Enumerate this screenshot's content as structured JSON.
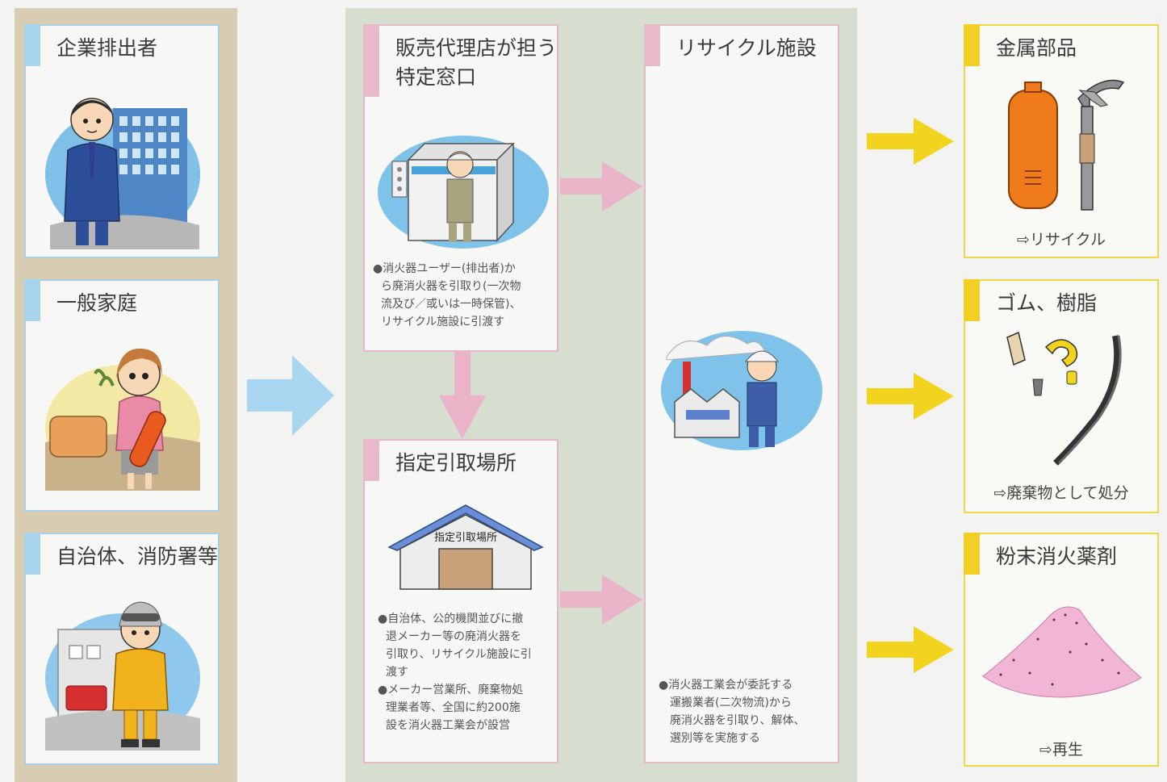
{
  "sources": [
    {
      "title": "企業排出者",
      "icon": "businessman-office-illustration"
    },
    {
      "title": "一般家庭",
      "icon": "housewife-extinguisher-illustration"
    },
    {
      "title": "自治体、消防署等",
      "icon": "firefighter-station-illustration"
    }
  ],
  "window": {
    "title_line1": "販売代理店が担う",
    "title_line2": "特定窓口",
    "desc": [
      "●消火器ユーザー(排出者)か",
      "ら廃消火器を引取り(一次物",
      "流及び／或いは一時保管)、",
      "リサイクル施設に引渡す"
    ]
  },
  "site": {
    "title": "指定引取場所",
    "building_sign": "指定引取場所",
    "desc": [
      "●自治体、公的機関並びに撤",
      "退メーカー等の廃消火器を",
      "引取り、リサイクル施設に引",
      "渡す",
      "●メーカー営業所、廃棄物処",
      "理業者等、全国に約200施",
      "設を消火器工業会が設営"
    ]
  },
  "facility": {
    "title": "リサイクル施設",
    "desc": [
      "●消火器工業会が委託する",
      "運搬業者(二次物流)から",
      "廃消火器を引取り、解体、",
      "選別等を実施する"
    ]
  },
  "outputs": [
    {
      "title": "金属部品",
      "note": "⇨リサイクル"
    },
    {
      "title": "ゴム、樹脂",
      "note": "⇨廃棄物として処分"
    },
    {
      "title": "粉末消火薬剤",
      "note": "⇨再生"
    }
  ],
  "colors": {
    "blue_arrow": "#a8d6f0",
    "pink_arrow": "#eab3c8",
    "yellow_arrow": "#f2d41e"
  }
}
